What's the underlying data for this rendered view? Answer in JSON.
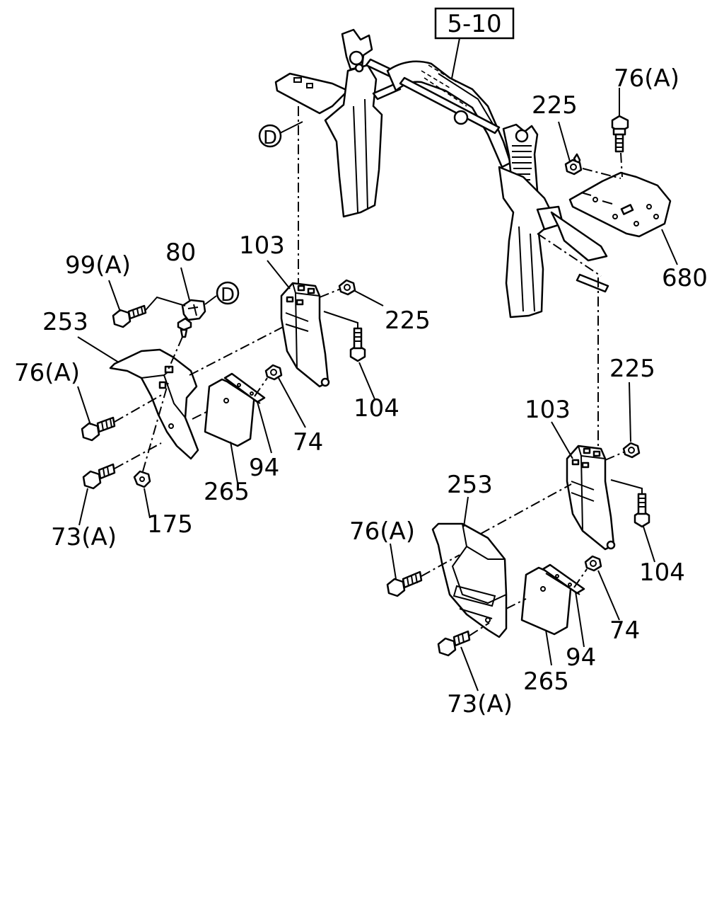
{
  "ref_box": "5-10",
  "callouts": {
    "left": {
      "p99a": "99(A)",
      "p80": "80",
      "d_marker": "D",
      "p253": "253",
      "p76a": "76(A)",
      "p73a": "73(A)",
      "p175": "175",
      "p265": "265",
      "p94": "94",
      "p74": "74",
      "p103": "103",
      "p225": "225",
      "p104": "104"
    },
    "top": {
      "d_marker": "D",
      "p225": "225",
      "p76a": "76(A)",
      "p680": "680"
    },
    "right": {
      "p225": "225",
      "p103": "103",
      "p104": "104",
      "p253": "253",
      "p76a": "76(A)",
      "p74": "74",
      "p94": "94",
      "p265": "265",
      "p73a": "73(A)"
    }
  }
}
